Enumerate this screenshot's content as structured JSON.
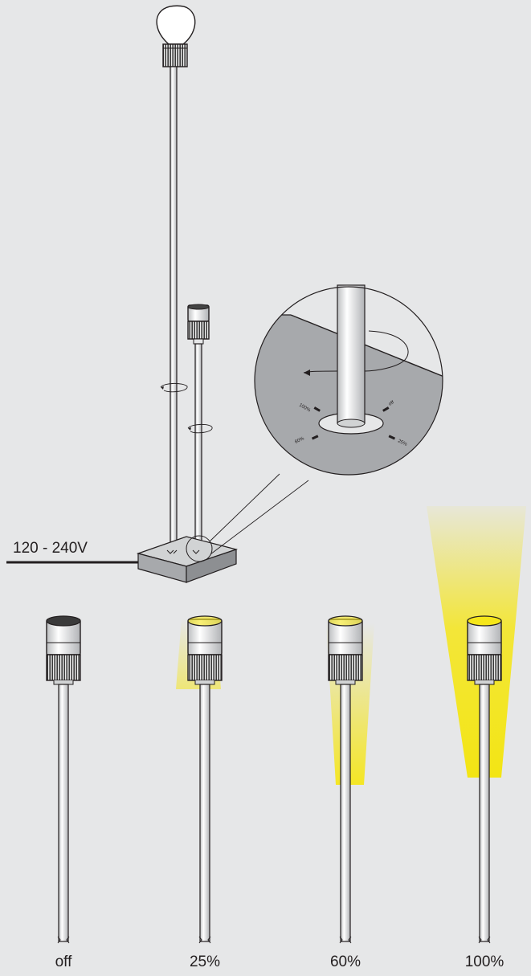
{
  "voltage_label": "120 - 240V",
  "dial_ticks": [
    "100%",
    "off",
    "60%",
    "25%"
  ],
  "levels": [
    {
      "label": "off",
      "intensity": 0
    },
    {
      "label": "25%",
      "intensity": 0.25
    },
    {
      "label": "60%",
      "intensity": 0.6
    },
    {
      "label": "100%",
      "intensity": 1.0
    }
  ],
  "colors": {
    "background": "#e6e7e8",
    "beam": "#f5e61a",
    "line": "#231f20",
    "base_shade": "#a7a9ac"
  }
}
